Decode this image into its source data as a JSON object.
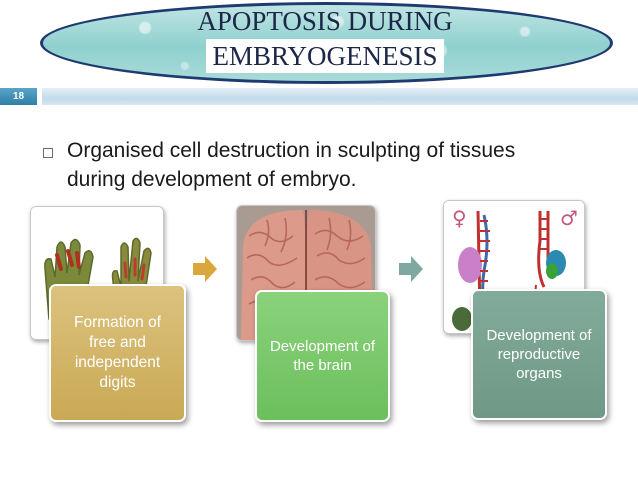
{
  "slide": {
    "number": "18",
    "title_line1": "APOPTOSIS DURING",
    "title_line2": "EMBRYOGENESIS",
    "bullet": "Organised cell destruction in sculpting of tissues during development of embryo."
  },
  "stages": [
    {
      "caption": "Formation of free and independent digits",
      "image_icon": "hand-digits-icon"
    },
    {
      "caption": "Development of the brain",
      "image_icon": "brain-icon"
    },
    {
      "caption": "Development of reproductive organs",
      "image_icon": "reproductive-organs-icon",
      "symbol_female": "♀",
      "symbol_male": "♂"
    }
  ],
  "colors": {
    "title_border": "#1f3a70",
    "title_fill": "#8fd0ce",
    "caption1": "#d2b566",
    "caption2": "#7cca6c",
    "caption3": "#78a290",
    "arrow": "#d9a73c",
    "arrow2": "#7fa9a0"
  }
}
